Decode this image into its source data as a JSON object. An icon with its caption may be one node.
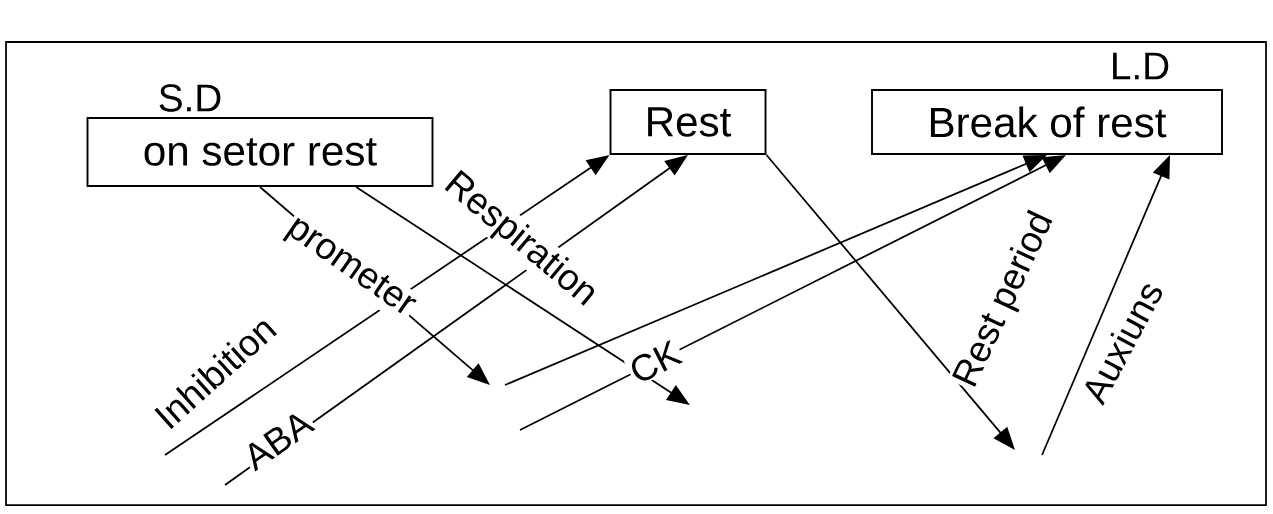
{
  "diagram": {
    "nodes": [
      {
        "text": [
          "S.D",
          "on setor rest"
        ]
      },
      {
        "text": [
          "Rest"
        ]
      },
      {
        "text": [
          "L.D",
          "Break of rest"
        ]
      }
    ],
    "edges": [
      {
        "from": 0,
        "to": null,
        "arrow": "to",
        "label": "prometer"
      },
      {
        "from": 0,
        "to": null,
        "arrow": "to",
        "label": "Respiration"
      },
      {
        "from": null,
        "to": 1,
        "arrow": "to",
        "label": "Inhibition"
      },
      {
        "from": null,
        "to": 1,
        "arrow": "to",
        "label": "ABA"
      },
      {
        "from": null,
        "to": 2,
        "arrow": "to"
      },
      {
        "from": null,
        "to": 2,
        "arrow": "to",
        "label": "CK"
      },
      {
        "from": 1,
        "to": null,
        "arrow": "to",
        "label": "Rest period"
      },
      {
        "from": null,
        "to": 2,
        "arrow": "to",
        "label": "Auxiuns"
      }
    ]
  }
}
